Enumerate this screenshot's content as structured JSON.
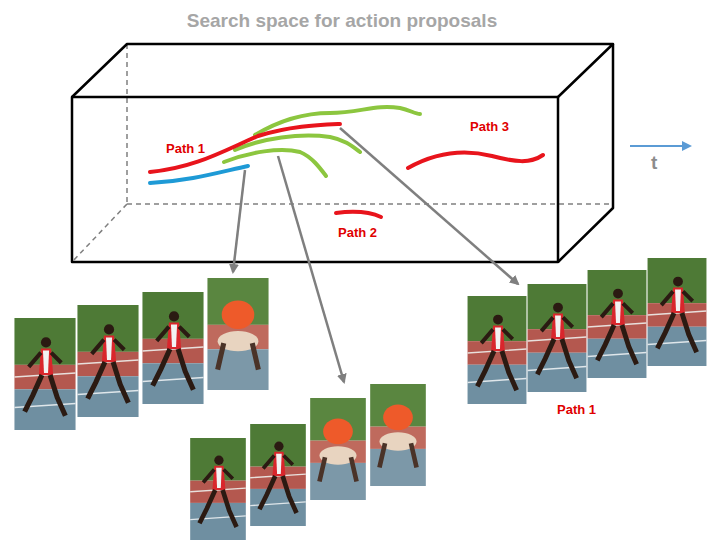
{
  "diagram": {
    "title": "Search space for action proposals",
    "labels": [
      "Path 1",
      "Path 3",
      "Path 2",
      "t",
      "Path 1"
    ]
  }
}
